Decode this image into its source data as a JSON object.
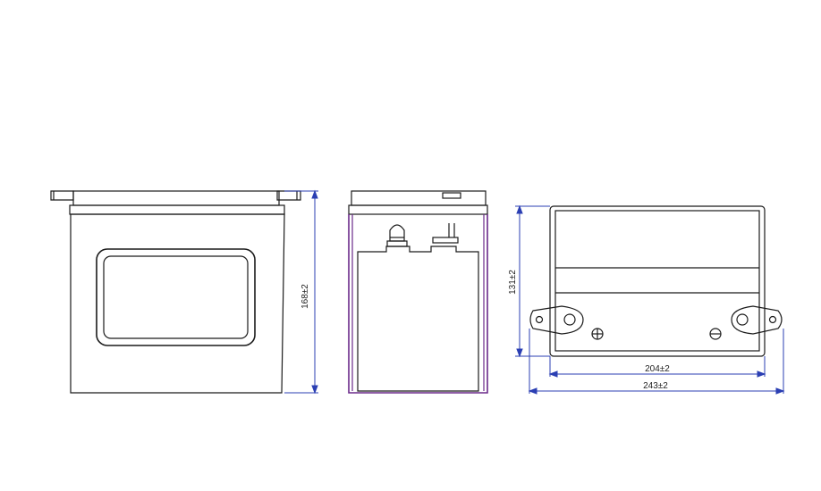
{
  "drawing": {
    "views": [
      "front-view",
      "side-view",
      "top-view"
    ],
    "dimensions": {
      "height": "168±2",
      "top_depth": "131±2",
      "terminal_spacing": "204±2",
      "overall_width": "243±2"
    },
    "terminal_symbols": {
      "positive": "⊕",
      "negative": "⊖"
    },
    "colors": {
      "line": "#1a1a1a",
      "dimension_line": "#2b3fb3",
      "side_outline": "#6a2a8a",
      "background": "#ffffff"
    }
  }
}
